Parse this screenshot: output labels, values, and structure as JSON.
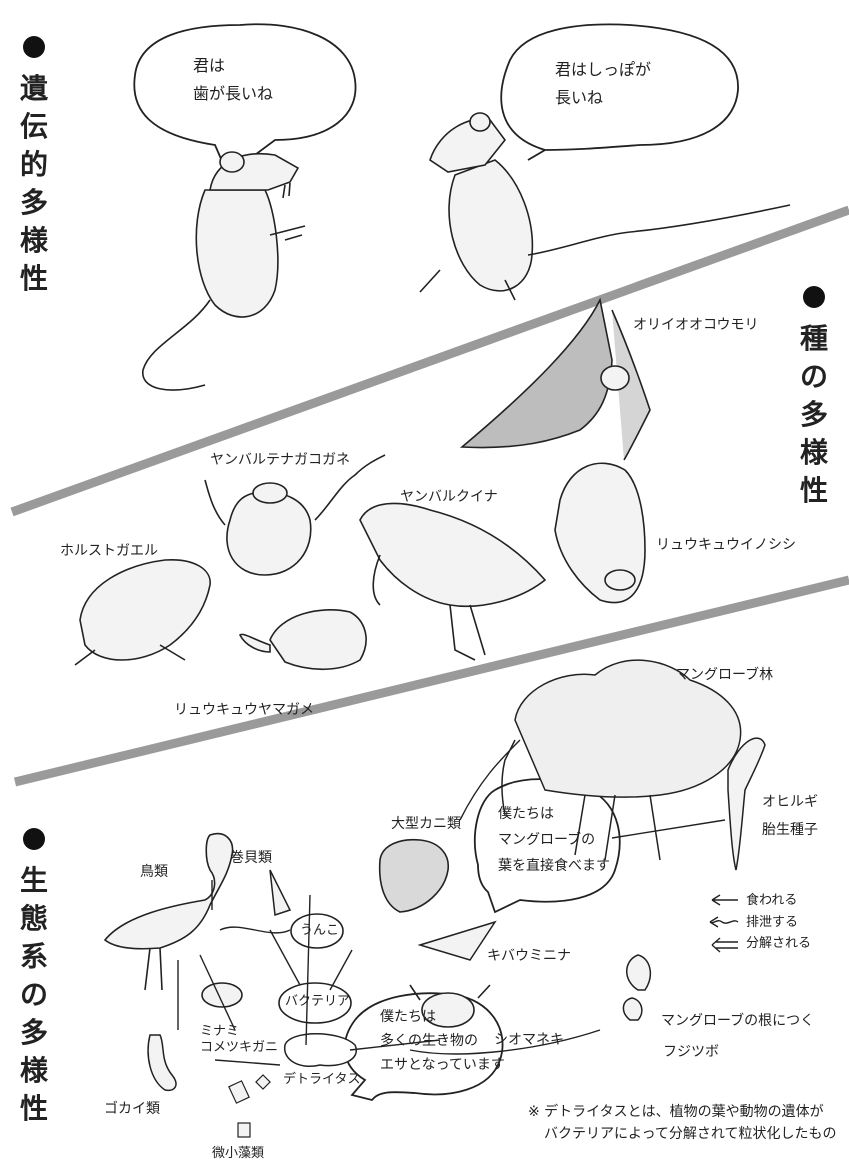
{
  "sections": {
    "genetic": [
      "遺",
      "伝",
      "的",
      "多",
      "様",
      "性"
    ],
    "species": [
      "種",
      "の",
      "多",
      "様",
      "性"
    ],
    "ecosystem": [
      "生",
      "態",
      "系",
      "の",
      "多",
      "様",
      "性"
    ]
  },
  "bubbles": {
    "rat1": [
      "君は",
      "歯が長いね"
    ],
    "rat2": [
      "君はしっぽが",
      "長いね"
    ],
    "crab": [
      "僕たちは",
      "マングローブの",
      "葉を直接食べます"
    ],
    "detritus": [
      "僕たちは",
      "多くの生き物の",
      "エサとなっています"
    ]
  },
  "species_labels": {
    "bat": "オリイオオコウモリ",
    "beetle": "ヤンバルテナガコガネ",
    "rail": "ヤンバルクイナ",
    "frog": "ホルストガエル",
    "boar": "リュウキュウイノシシ",
    "turtle": "リュウキュウヤマガメ"
  },
  "ecosystem_labels": {
    "mangrove_forest": "マングローブ林",
    "ohirugi": "オヒルギ",
    "seed": "胎生種子",
    "big_crab": "大型カニ類",
    "birds": "鳥類",
    "snails": "巻貝類",
    "poop": "うんこ",
    "bacteria": "バクテリア",
    "kibau": "キバウミニナ",
    "minami1": "ミナミ",
    "minami2": "コメツキガニ",
    "shiomaneki": "シオマネキ",
    "barnacle1": "マングローブの根につく",
    "barnacle2": "フジツボ",
    "detritus": "デトライタス",
    "worm": "ゴカイ類",
    "algae": "微小藻類"
  },
  "legend": {
    "eaten": "食われる",
    "excrete": "排泄する",
    "decompose": "分解される"
  },
  "footnote": [
    "※ デトライタスとは、植物の葉や動物の遺体が",
    "バクテリアによって分解されて粒状化したもの"
  ]
}
